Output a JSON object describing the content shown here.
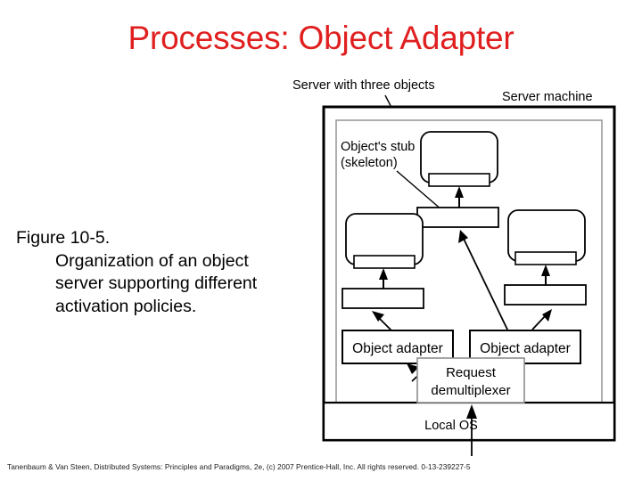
{
  "slide": {
    "title": "Processes: Object Adapter",
    "title_color": "#e02020",
    "background": "#ffffff"
  },
  "body": {
    "figure_number": "Figure 10-5.",
    "caption": "Organization of an object server supporting different activation policies."
  },
  "footer": {
    "text": "Tanenbaum & Van Steen, Distributed Systems: Principles and Paradigms, 2e, (c) 2007 Prentice-Hall, Inc. All rights reserved. 0-13-239227-5"
  },
  "figure": {
    "labels": {
      "server_with_three_objects": "Server with three objects",
      "server_machine": "Server machine",
      "objects_stub": "Object's stub",
      "objects_stub_line2": "(skeleton)",
      "object_adapter_left": "Object adapter",
      "object_adapter_right": "Object adapter",
      "request_demultiplexer_line1": "Request",
      "request_demultiplexer_line2": "demultiplexer",
      "local_os": "Local OS"
    },
    "colors": {
      "stroke": "#000000",
      "inner_stroke": "#808080",
      "fill": "#ffffff"
    }
  }
}
